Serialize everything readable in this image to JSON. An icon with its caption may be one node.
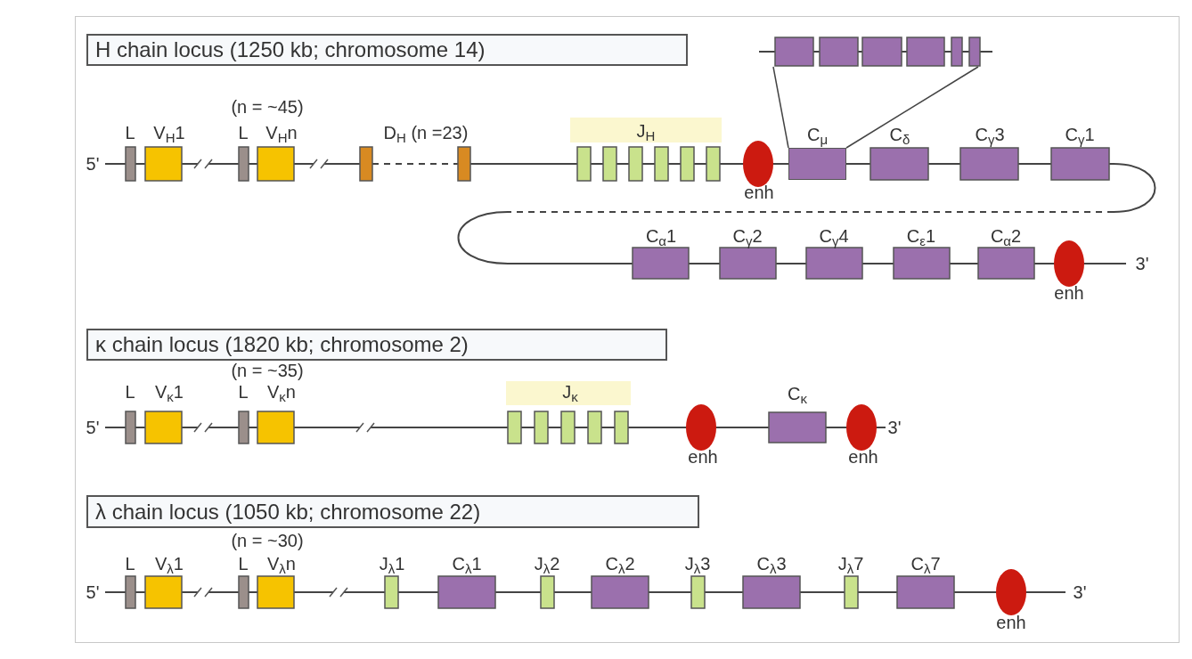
{
  "diagram": {
    "nodes": [
      {
        "text": [
          "H chain locus (1250 kb; chromosome 14)"
        ]
      },
      {
        "text": [
          "κ chain locus (1820 kb; chromosome 2)"
        ]
      },
      {
        "text": [
          "λ chain locus (1050 kb; chromosome 22)"
        ]
      },
      {
        "text": [],
        "shape": "box",
        "beside": [
          "C$_{μ}$"
        ]
      },
      {
        "text": [],
        "shape": "box"
      }
    ],
    "edges": [
      {
        "from": 3,
        "to": 4,
        "arrow": "none"
      },
      {
        "from": 3,
        "to": 4,
        "arrow": "none"
      }
    ],
    "labels": [
      "(n = ~45)",
      "L",
      "V$_{H}$1",
      "L",
      "V$_{H}$n",
      "D$_{H}$ (n =23)",
      "J$_{H}$",
      "C$_{δ}$",
      "C$_{γ}$3",
      "C$_{γ}$1",
      "5'",
      "enh",
      "C$_{α}$1",
      "C$_{γ}$2",
      "C$_{γ}$4",
      "C$_{ε}$1",
      "C$_{α}$2",
      "3'",
      "enh",
      "(n = ~35)",
      "L",
      "V$_{κ}$1",
      "L",
      "V$_{κ}$n",
      "J$_{κ}$",
      "C$_{κ}$",
      "5'",
      "3'",
      "enh",
      "enh",
      "(n = ~30)",
      "L",
      "V$_{λ}$1",
      "L",
      "V$_{λ}$n",
      "J$_{λ}$1",
      "C$_{λ}$1",
      "J$_{λ}$2",
      "C$_{λ}$2",
      "J$_{λ}$3",
      "C$_{λ}$3",
      "J$_{λ}$7",
      "C$_{λ}$7",
      "5'",
      "3'",
      "enh"
    ]
  }
}
